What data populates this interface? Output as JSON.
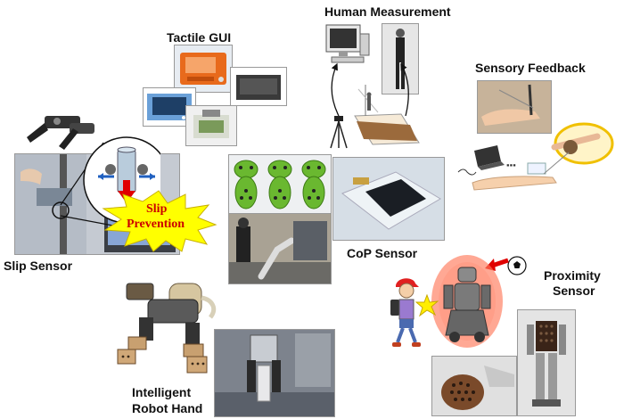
{
  "labels": {
    "tactile_gui": "Tactile GUI",
    "human_measurement": "Human Measurement",
    "sensory_feedback": "Sensory Feedback",
    "slip_sensor": "Slip Sensor",
    "cop_sensor": "CoP Sensor",
    "proximity_line1": "Proximity",
    "proximity_line2": "Sensor",
    "hand_line1": "Intelligent",
    "hand_line2": "Robot Hand",
    "slip_prevention_line1": "Slip",
    "slip_prevention_line2": "Prevention"
  },
  "colors": {
    "burst_fill": "#ffff00",
    "burst_text": "#cc0000",
    "arrow_red": "#e00000",
    "arrow_blue": "#2060c0",
    "robot_glow": "#ff6040"
  },
  "icons": [
    "computer-icon",
    "tripod-icon",
    "laptop-icon",
    "soccer-ball-icon"
  ]
}
